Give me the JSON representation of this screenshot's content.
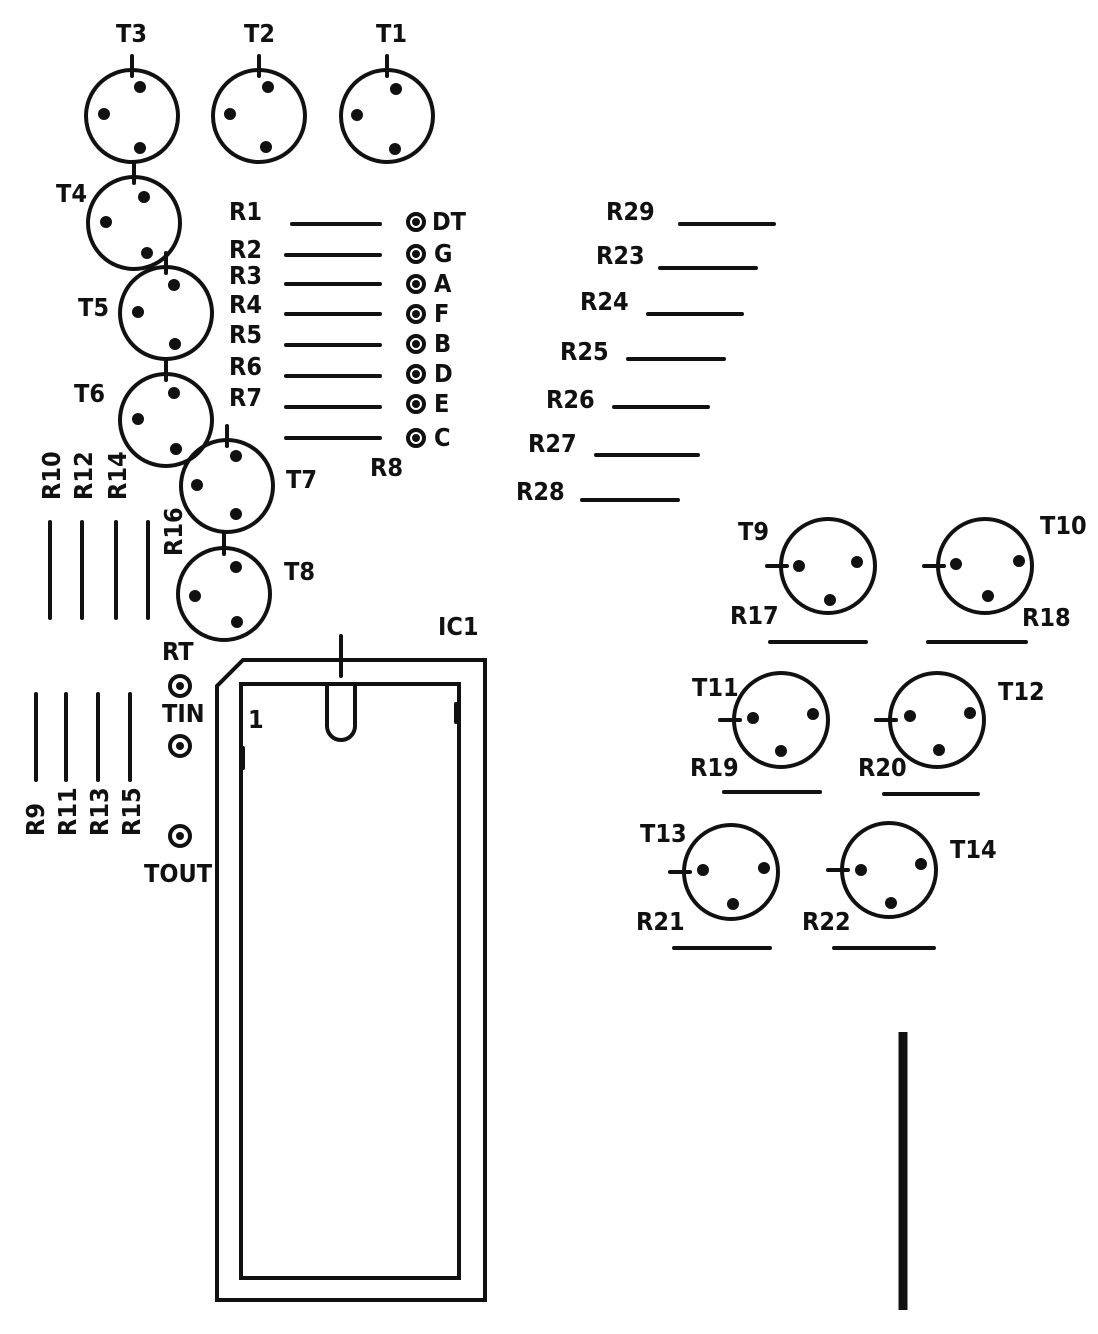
{
  "transistors": [
    {
      "id": "t3",
      "label": "T3"
    },
    {
      "id": "t2",
      "label": "T2"
    },
    {
      "id": "t1",
      "label": "T1"
    },
    {
      "id": "t4",
      "label": "T4"
    },
    {
      "id": "t5",
      "label": "T5"
    },
    {
      "id": "t6",
      "label": "T6"
    },
    {
      "id": "t7",
      "label": "T7"
    },
    {
      "id": "t8",
      "label": "T8"
    },
    {
      "id": "t9",
      "label": "T9"
    },
    {
      "id": "t10",
      "label": "T10"
    },
    {
      "id": "t11",
      "label": "T11"
    },
    {
      "id": "t12",
      "label": "T12"
    },
    {
      "id": "t13",
      "label": "T13"
    },
    {
      "id": "t14",
      "label": "T14"
    }
  ],
  "resistors": [
    {
      "id": "r1",
      "label": "R1"
    },
    {
      "id": "r2",
      "label": "R2"
    },
    {
      "id": "r3",
      "label": "R3"
    },
    {
      "id": "r4",
      "label": "R4"
    },
    {
      "id": "r5",
      "label": "R5"
    },
    {
      "id": "r6",
      "label": "R6"
    },
    {
      "id": "r7",
      "label": "R7"
    },
    {
      "id": "r8",
      "label": "R8"
    },
    {
      "id": "r9",
      "label": "R9"
    },
    {
      "id": "r10",
      "label": "R10"
    },
    {
      "id": "r11",
      "label": "R11"
    },
    {
      "id": "r12",
      "label": "R12"
    },
    {
      "id": "r13",
      "label": "R13"
    },
    {
      "id": "r14",
      "label": "R14"
    },
    {
      "id": "r15",
      "label": "R15"
    },
    {
      "id": "r16",
      "label": "R16"
    },
    {
      "id": "r17",
      "label": "R17"
    },
    {
      "id": "r18",
      "label": "R18"
    },
    {
      "id": "r19",
      "label": "R19"
    },
    {
      "id": "r20",
      "label": "R20"
    },
    {
      "id": "r21",
      "label": "R21"
    },
    {
      "id": "r22",
      "label": "R22"
    },
    {
      "id": "r23",
      "label": "R23"
    },
    {
      "id": "r24",
      "label": "R24"
    },
    {
      "id": "r25",
      "label": "R25"
    },
    {
      "id": "r26",
      "label": "R26"
    },
    {
      "id": "r27",
      "label": "R27"
    },
    {
      "id": "r28",
      "label": "R28"
    },
    {
      "id": "r29",
      "label": "R29"
    }
  ],
  "terminals": [
    {
      "id": "dt",
      "label": "DT"
    },
    {
      "id": "g",
      "label": "G"
    },
    {
      "id": "a",
      "label": "A"
    },
    {
      "id": "f",
      "label": "F"
    },
    {
      "id": "b",
      "label": "B"
    },
    {
      "id": "d",
      "label": "D"
    },
    {
      "id": "e",
      "label": "E"
    },
    {
      "id": "c",
      "label": "C"
    },
    {
      "id": "rt",
      "label": "RT"
    },
    {
      "id": "tin",
      "label": "TIN"
    },
    {
      "id": "tout",
      "label": "TOUT"
    }
  ],
  "ic": {
    "label": "IC1",
    "pin1": "1"
  }
}
